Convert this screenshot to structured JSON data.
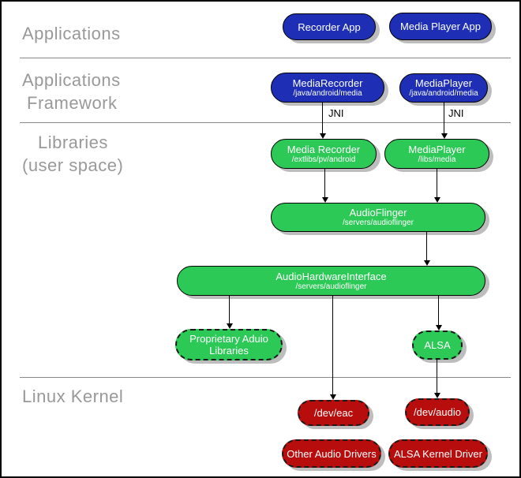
{
  "colors": {
    "blue": "#1e2fb5",
    "green": "#2dc957",
    "red": "#b80d0d",
    "label_gray": "#999999",
    "shadow": "#bdbdbd"
  },
  "layers": {
    "applications": {
      "line1": "Applications"
    },
    "framework": {
      "line1": "Applications",
      "line2": "Framework"
    },
    "libraries": {
      "line1": "Libraries",
      "line2": "(user space)"
    },
    "kernel": {
      "line1": "Linux Kernel"
    }
  },
  "annotations": {
    "jni_recorder": "JNI",
    "jni_player": "JNI"
  },
  "nodes": {
    "recorder_app": {
      "label": "Recorder App"
    },
    "media_player_app": {
      "label": "Media Player App"
    },
    "media_recorder_fw": {
      "label": "MediaRecorder",
      "sublabel": "/java/android/media"
    },
    "media_player_fw": {
      "label": "MediaPlayer",
      "sublabel": "/java/android/media"
    },
    "media_recorder_lib": {
      "label": "Media Recorder",
      "sublabel": "/extlibs/pv/android"
    },
    "media_player_lib": {
      "label": "MediaPlayer",
      "sublabel": "/libs/media"
    },
    "audioflinger": {
      "label": "AudioFlinger",
      "sublabel": "/servers/audioflinger"
    },
    "audio_hardware_interface": {
      "label": "AudioHardwareInterface",
      "sublabel": "/servers/audioflinger"
    },
    "proprietary_audio_libraries": {
      "label": "Proprietary Aduio",
      "label2": "Libraries"
    },
    "alsa": {
      "label": "ALSA"
    },
    "dev_eac": {
      "label": "/dev/eac"
    },
    "dev_audio": {
      "label": "/dev/audio"
    },
    "other_audio_drivers": {
      "label": "Other Audio Drivers"
    },
    "alsa_kernel_driver": {
      "label": "ALSA Kernel Driver"
    }
  }
}
